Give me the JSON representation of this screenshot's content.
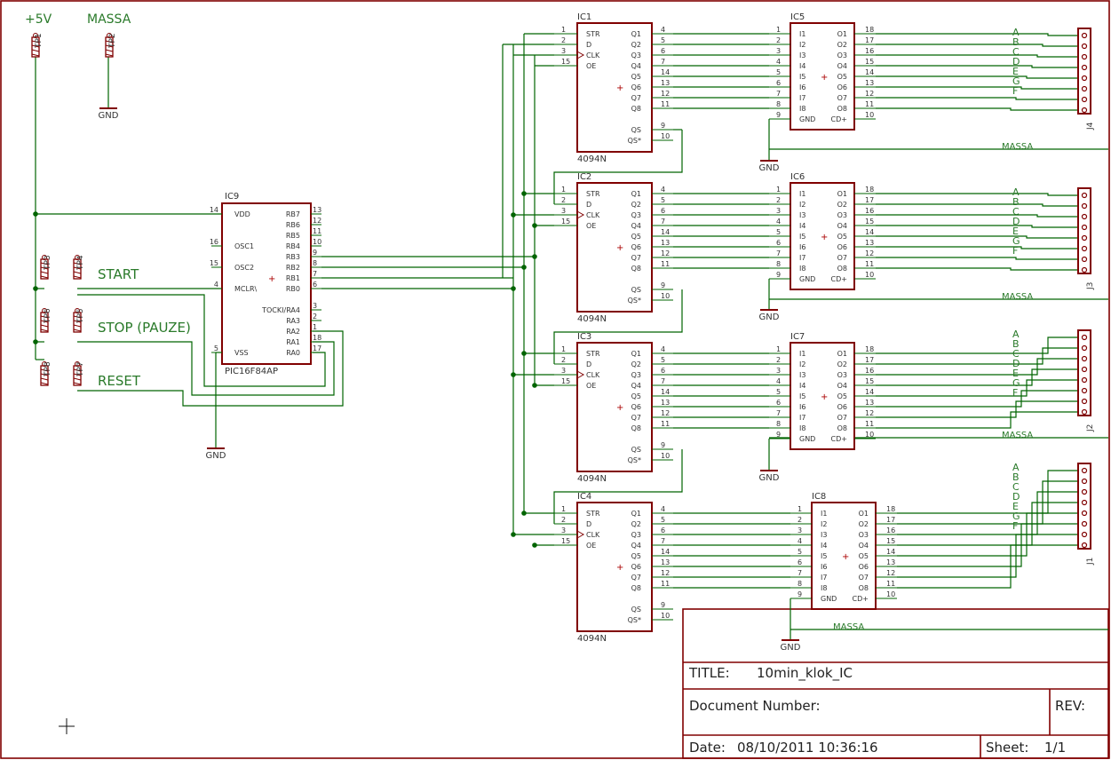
{
  "colors": {
    "frame": "#800000",
    "wire": "#006400",
    "text": "#333333",
    "body": "#800000"
  },
  "power": {
    "vcc": "+5V",
    "massa": "MASSA",
    "gnd": "GND"
  },
  "test_points": {
    "tp1": "TP1",
    "tp2": "TP2",
    "tp3": "TP3",
    "tp4": "TP4",
    "tp5": "TP5",
    "tp6": "TP6",
    "tp7": "TP7",
    "tp8": "TP8"
  },
  "buttons": {
    "start": "START",
    "stop": "STOP (PAUZE)",
    "reset": "RESET"
  },
  "mcu": {
    "name": "IC9",
    "part": "PIC16F84AP",
    "left_pins": [
      {
        "num": "14",
        "name": "VDD"
      },
      {
        "num": "16",
        "name": "OSC1"
      },
      {
        "num": "15",
        "name": "OSC2"
      },
      {
        "num": "4",
        "name": "MCLR\\"
      },
      {
        "num": "5",
        "name": "VSS"
      }
    ],
    "right_pins": [
      {
        "num": "13",
        "name": "RB7"
      },
      {
        "num": "12",
        "name": "RB6"
      },
      {
        "num": "11",
        "name": "RB5"
      },
      {
        "num": "10",
        "name": "RB4"
      },
      {
        "num": "9",
        "name": "RB3"
      },
      {
        "num": "8",
        "name": "RB2"
      },
      {
        "num": "7",
        "name": "RB1"
      },
      {
        "num": "6",
        "name": "RB0"
      },
      {
        "num": "3",
        "name": "TOCKI/RA4"
      },
      {
        "num": "2",
        "name": "RA3"
      },
      {
        "num": "1",
        "name": "RA2"
      },
      {
        "num": "18",
        "name": "RA1"
      },
      {
        "num": "17",
        "name": "RA0"
      }
    ]
  },
  "shift_registers": {
    "part": "4094N",
    "names": [
      "IC1",
      "IC2",
      "IC3",
      "IC4"
    ],
    "left_pins": [
      {
        "num": "1",
        "name": "STR"
      },
      {
        "num": "2",
        "name": "D"
      },
      {
        "num": "3",
        "name": "CLK"
      },
      {
        "num": "15",
        "name": "OE"
      }
    ],
    "right_pins": [
      {
        "num": "4",
        "name": "Q1"
      },
      {
        "num": "5",
        "name": "Q2"
      },
      {
        "num": "6",
        "name": "Q3"
      },
      {
        "num": "7",
        "name": "Q4"
      },
      {
        "num": "14",
        "name": "Q5"
      },
      {
        "num": "13",
        "name": "Q6"
      },
      {
        "num": "12",
        "name": "Q7"
      },
      {
        "num": "11",
        "name": "Q8"
      },
      {
        "num": "9",
        "name": "QS"
      },
      {
        "num": "10",
        "name": "QS*"
      }
    ]
  },
  "drivers": {
    "names": [
      "IC5",
      "IC6",
      "IC7",
      "IC8"
    ],
    "left_pins": [
      {
        "num": "1",
        "name": "I1"
      },
      {
        "num": "2",
        "name": "I2"
      },
      {
        "num": "3",
        "name": "I3"
      },
      {
        "num": "4",
        "name": "I4"
      },
      {
        "num": "5",
        "name": "I5"
      },
      {
        "num": "6",
        "name": "I6"
      },
      {
        "num": "7",
        "name": "I7"
      },
      {
        "num": "8",
        "name": "I8"
      },
      {
        "num": "9",
        "name": "GND"
      }
    ],
    "right_pins": [
      {
        "num": "18",
        "name": "O1"
      },
      {
        "num": "17",
        "name": "O2"
      },
      {
        "num": "16",
        "name": "O3"
      },
      {
        "num": "15",
        "name": "O4"
      },
      {
        "num": "14",
        "name": "O5"
      },
      {
        "num": "13",
        "name": "O6"
      },
      {
        "num": "12",
        "name": "O7"
      },
      {
        "num": "11",
        "name": "O8"
      },
      {
        "num": "10",
        "name": "CD+"
      }
    ]
  },
  "connectors": {
    "names": [
      "J4",
      "J3",
      "J2",
      "J1"
    ],
    "segments": [
      "A",
      "B",
      "C",
      "D",
      "E",
      "G",
      "F"
    ]
  },
  "title_block": {
    "title_label": "TITLE:",
    "title": "10min_klok_IC",
    "doc_label": "Document Number:",
    "rev_label": "REV:",
    "date_label": "Date:",
    "date": "08/10/2011 10:36:16",
    "sheet_label": "Sheet:",
    "sheet": "1/1"
  }
}
